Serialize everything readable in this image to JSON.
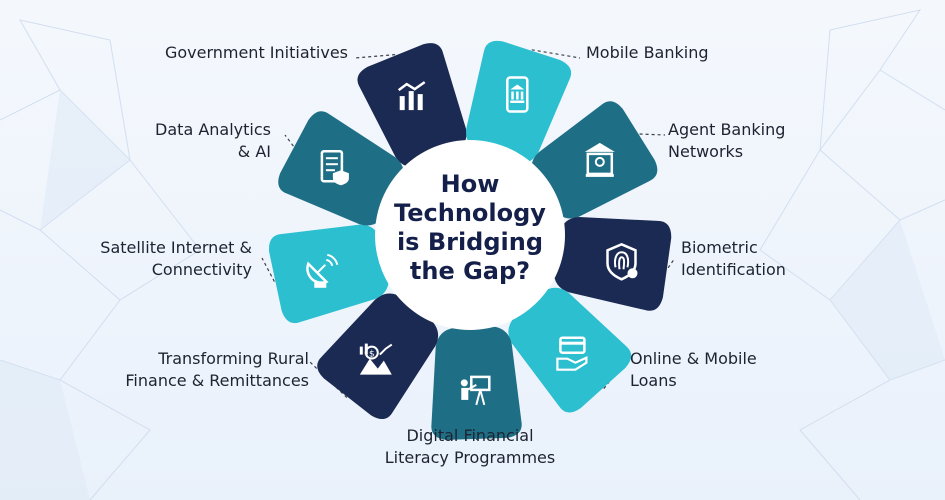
{
  "center_title": [
    "How",
    "Technology",
    "is Bridging",
    "the Gap?"
  ],
  "colors": {
    "navy": "#1b2a52",
    "teal_dark": "#1e6f86",
    "cyan": "#2bbfd0",
    "center_bg": "#ffffff",
    "text": "#1d2330"
  },
  "segments": [
    {
      "label": [
        "Government Initiatives"
      ],
      "icon": "bar-chart-icon",
      "color": "#1b2a52"
    },
    {
      "label": [
        "Mobile Banking"
      ],
      "icon": "mobile-bank-icon",
      "color": "#2bbfd0"
    },
    {
      "label": [
        "Agent Banking",
        "Networks"
      ],
      "icon": "bank-building-icon",
      "color": "#1e6f86"
    },
    {
      "label": [
        "Biometric",
        "Identification"
      ],
      "icon": "fingerprint-shield-icon",
      "color": "#1b2a52"
    },
    {
      "label": [
        "Online & Mobile",
        "Loans"
      ],
      "icon": "card-hand-icon",
      "color": "#2bbfd0"
    },
    {
      "label": [
        "Digital Financial",
        "Literacy Programmes"
      ],
      "icon": "presentation-icon",
      "color": "#1e6f86"
    },
    {
      "label": [
        "Transforming Rural",
        "Finance & Remittances"
      ],
      "icon": "growth-money-icon",
      "color": "#1b2a52"
    },
    {
      "label": [
        "Satellite Internet &",
        "Connectivity"
      ],
      "icon": "satellite-dish-icon",
      "color": "#2bbfd0"
    },
    {
      "label": [
        "Data Analytics",
        "& AI"
      ],
      "icon": "report-check-icon",
      "color": "#1e6f86"
    }
  ]
}
